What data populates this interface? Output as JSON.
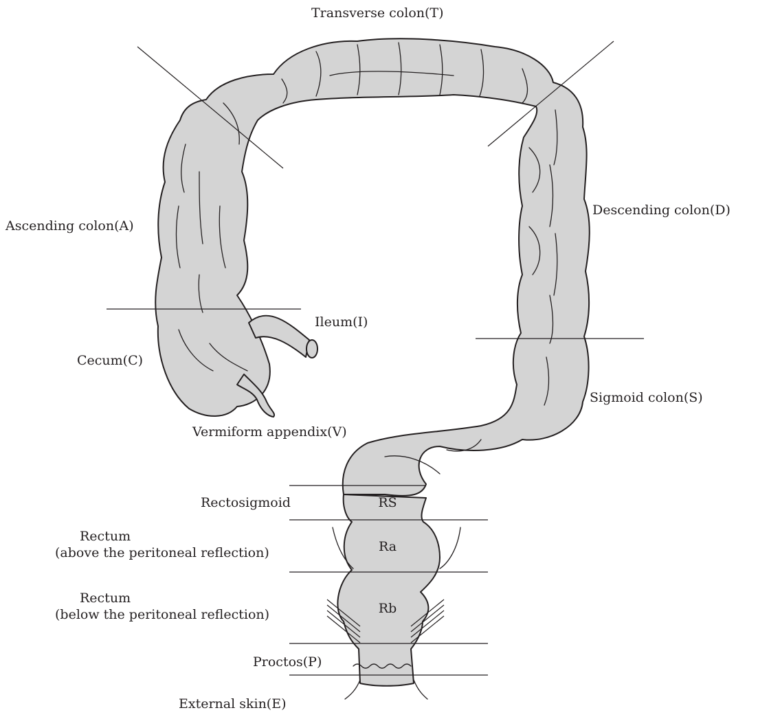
{
  "labels": {
    "transverse": "Transverse colon(T)",
    "descending": "Descending colon(D)",
    "ascending": "Ascending colon(A)",
    "ileum": "Ileum(I)",
    "cecum": "Cecum(C)",
    "sigmoid": "Sigmoid colon(S)",
    "appendix": "Vermiform appendix(V)",
    "rectosigmoid": "Rectosigmoid",
    "rectum_above_1": "Rectum",
    "rectum_above_2": "(above the peritoneal reflection)",
    "rectum_below_1": "Rectum",
    "rectum_below_2": "(below the peritoneal reflection)",
    "proctos": "Proctos(P)",
    "external": "External skin(E)",
    "rs": "RS",
    "ra": "Ra",
    "rb": "Rb"
  },
  "colors": {
    "organ_fill": "#d4d4d4",
    "line": "#231f20"
  }
}
